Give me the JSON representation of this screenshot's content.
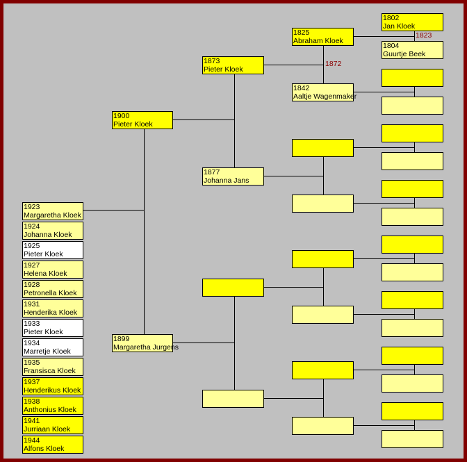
{
  "colors": {
    "frame": "#800000",
    "background": "#c0c0c0",
    "male": "#ffff00",
    "female": "#ffff99",
    "unknown": "#ffffff",
    "marriage_year": "#8b0000"
  },
  "children": [
    {
      "year": "1923",
      "name": "Margaretha Kloek",
      "color": "f"
    },
    {
      "year": "1924",
      "name": "Johanna Kloek",
      "color": "f"
    },
    {
      "year": "1925",
      "name": "Pieter Kloek",
      "color": "w"
    },
    {
      "year": "1927",
      "name": "Helena Kloek",
      "color": "f"
    },
    {
      "year": "1928",
      "name": "Petronella Kloek",
      "color": "f"
    },
    {
      "year": "1931",
      "name": "Henderika Kloek",
      "color": "f"
    },
    {
      "year": "1933",
      "name": "Pieter Kloek",
      "color": "w"
    },
    {
      "year": "1934",
      "name": "Marretje Kloek",
      "color": "w"
    },
    {
      "year": "1935",
      "name": "Fransisca Kloek",
      "color": "f"
    },
    {
      "year": "1937",
      "name": "Henderikus Kloek",
      "color": "m"
    },
    {
      "year": "1938",
      "name": "Anthonius Kloek",
      "color": "m"
    },
    {
      "year": "1941",
      "name": "Jurriaan Kloek",
      "color": "m"
    },
    {
      "year": "1944",
      "name": "Alfons Kloek",
      "color": "m"
    }
  ],
  "gen1": [
    {
      "year": "1900",
      "name": "Pieter Kloek"
    },
    {
      "year": "1899",
      "name": "Margaretha Jurgens"
    }
  ],
  "gen2": [
    {
      "year": "1873",
      "name": "Pieter Kloek"
    },
    {
      "year": "1877",
      "name": "Johanna Jans"
    },
    {
      "year": "",
      "name": ""
    },
    {
      "year": "",
      "name": ""
    }
  ],
  "gen3": [
    {
      "year": "1825",
      "name": "Abraham Kloek"
    },
    {
      "year": "1842",
      "name": "Aaltje Wagenmaker"
    },
    {
      "year": "",
      "name": ""
    },
    {
      "year": "",
      "name": ""
    },
    {
      "year": "",
      "name": ""
    },
    {
      "year": "",
      "name": ""
    },
    {
      "year": "",
      "name": ""
    },
    {
      "year": "",
      "name": ""
    }
  ],
  "gen4": [
    {
      "year": "1802",
      "name": "Jan Kloek"
    },
    {
      "year": "1804",
      "name": "Guurtje Beek"
    },
    {
      "year": "",
      "name": ""
    },
    {
      "year": "",
      "name": ""
    },
    {
      "year": "",
      "name": ""
    },
    {
      "year": "",
      "name": ""
    },
    {
      "year": "",
      "name": ""
    },
    {
      "year": "",
      "name": ""
    },
    {
      "year": "",
      "name": ""
    },
    {
      "year": "",
      "name": ""
    },
    {
      "year": "",
      "name": ""
    },
    {
      "year": "",
      "name": ""
    },
    {
      "year": "",
      "name": ""
    },
    {
      "year": "",
      "name": ""
    },
    {
      "year": "",
      "name": ""
    },
    {
      "year": "",
      "name": ""
    }
  ],
  "marriages": {
    "gen3_0": "1823",
    "gen2_0": "1872"
  }
}
